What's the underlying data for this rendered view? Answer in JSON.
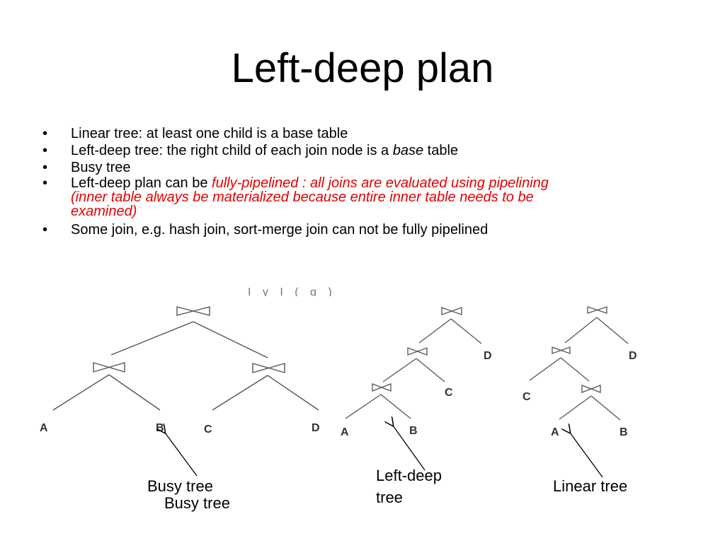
{
  "slide": {
    "title": "Left-deep plan",
    "bullets": [
      {
        "text": "Linear tree: at least one child is a base table"
      },
      {
        "prefix": "Left-deep tree: the right child of each join node is a ",
        "italic": "base",
        "suffix": " table"
      },
      {
        "text": "Busy tree"
      },
      {
        "prefix": "Left-deep plan can be ",
        "red_line1": "fully-pipelined : all joins are evaluated using pipelining",
        "red_line2": "(inner table always be materialized because entire inner table needs to be",
        "red_line3": "examined)"
      },
      {
        "text": "Some join, e.g. hash join, sort-merge join can not be fully pipelined"
      }
    ],
    "bullet_glyph": "•"
  },
  "figure": {
    "join_symbol": "bowtie-icon",
    "busy_tree": {
      "leaves": [
        "A",
        "B",
        "C",
        "D"
      ]
    },
    "left_deep_tree": {
      "leaves": [
        "A",
        "B",
        "C",
        "D"
      ]
    },
    "linear_tree": {
      "leaves": [
        "C",
        "A",
        "B",
        "D"
      ]
    },
    "partial_text": "I      y   I     (  g    )",
    "captions": {
      "busy_1": "Busy tree",
      "busy_2": "Busy tree",
      "left_deep": "Left-deep tree",
      "linear": "Linear tree"
    }
  }
}
